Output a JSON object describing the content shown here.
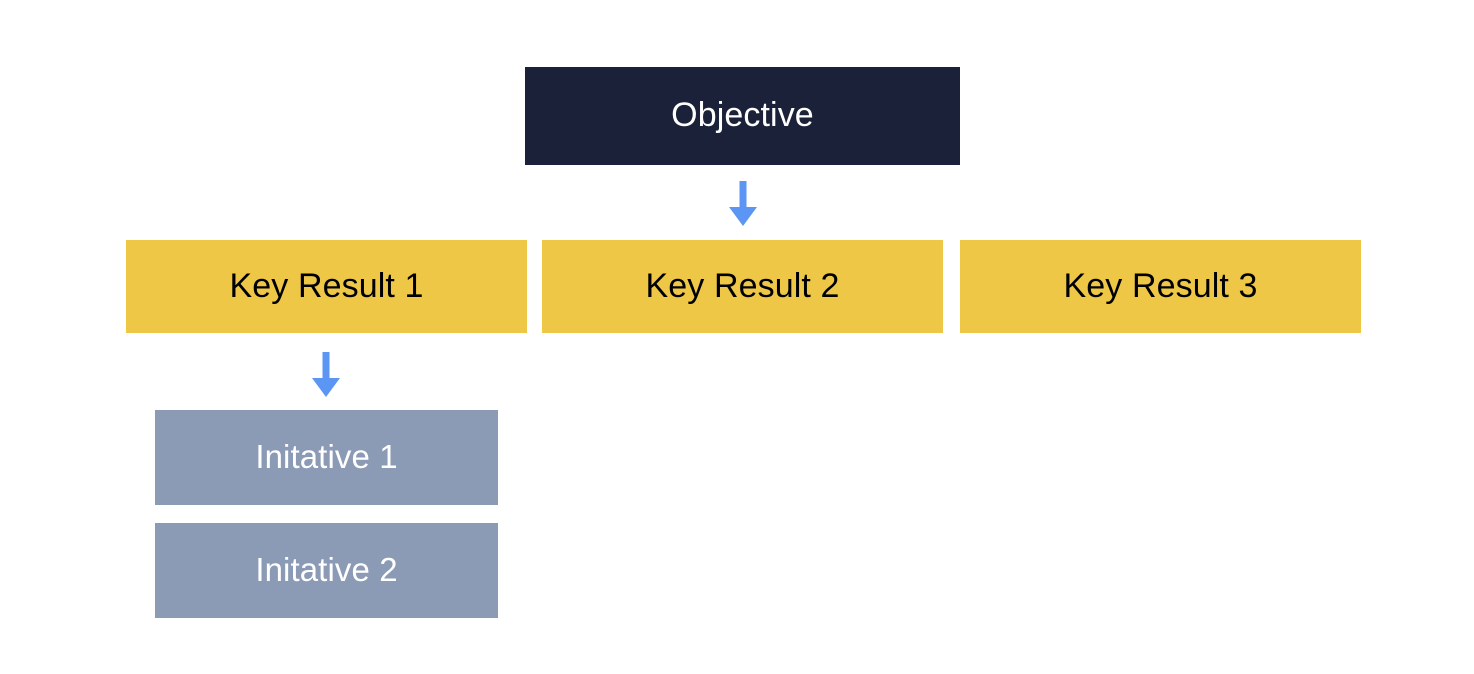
{
  "diagram": {
    "title": "OKR hierarchy diagram",
    "background_color": "#ffffff",
    "levels": {
      "objective": {
        "label": "Objective",
        "fill_color": "#1a2138",
        "text_color": "#ffffff"
      },
      "key_results": {
        "fill_color": "#eec746",
        "text_color": "#000000",
        "items": [
          {
            "label": "Key Result 1"
          },
          {
            "label": "Key Result 2"
          },
          {
            "label": "Key Result 3"
          }
        ]
      },
      "initiatives": {
        "fill_color": "#8b9ab5",
        "text_color": "#ffffff",
        "items": [
          {
            "label": "Initative 1"
          },
          {
            "label": "Initative 2"
          }
        ]
      }
    },
    "connectors": [
      {
        "name": "arrow-objective-to-key-results",
        "icon": "arrow-down-icon",
        "color": "#5b96f5",
        "from": "Objective",
        "to": "Key Result 2"
      },
      {
        "name": "arrow-key-result-1-to-initiatives",
        "icon": "arrow-down-icon",
        "color": "#5b96f5",
        "from": "Key Result 1",
        "to": "Initative 1"
      }
    ]
  }
}
